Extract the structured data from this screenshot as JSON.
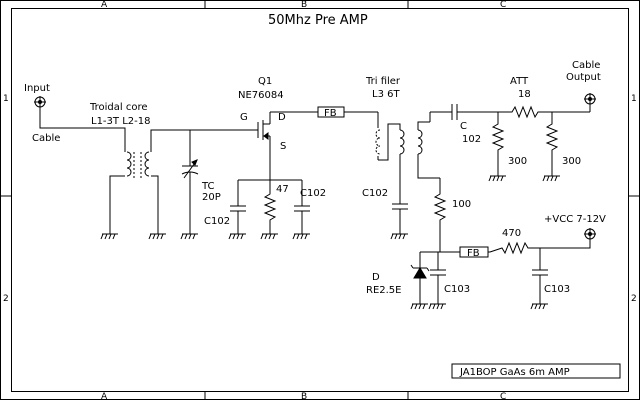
{
  "title": "50Mhz Pre AMP",
  "border": {
    "columns": [
      "A",
      "B",
      "C"
    ],
    "rows": [
      "1",
      "2"
    ]
  },
  "title_block": "JA1BOP GaAs 6m AMP",
  "labels": {
    "input": "Input",
    "input_cable": "Cable",
    "toroid_title": "Troidal core",
    "toroid_turns": "L1-3T  L2-18",
    "tc_name": "TC",
    "tc_value": "20P",
    "q1_name": "Q1",
    "q1_part": "NE76084",
    "pin_g": "G",
    "pin_d": "D",
    "pin_s": "S",
    "fb1": "FB",
    "r47": "47",
    "c102_a": "C102",
    "c102_b": "C102",
    "trifiler_title": "Tri filer",
    "trifiler_turns": "L3  6T",
    "c102_c": "C102",
    "r100": "100",
    "c102_series": "C",
    "c102_series_val": "102",
    "att": "ATT",
    "r18": "18",
    "r300_a": "300",
    "r300_b": "300",
    "cable_top": "Cable",
    "output": "Output",
    "vcc": "+VCC 7-12V",
    "r470": "470",
    "fb2": "FB",
    "c103_a": "C103",
    "c103_b": "C103",
    "d_name": "D",
    "d_part": "RE2.5E"
  }
}
